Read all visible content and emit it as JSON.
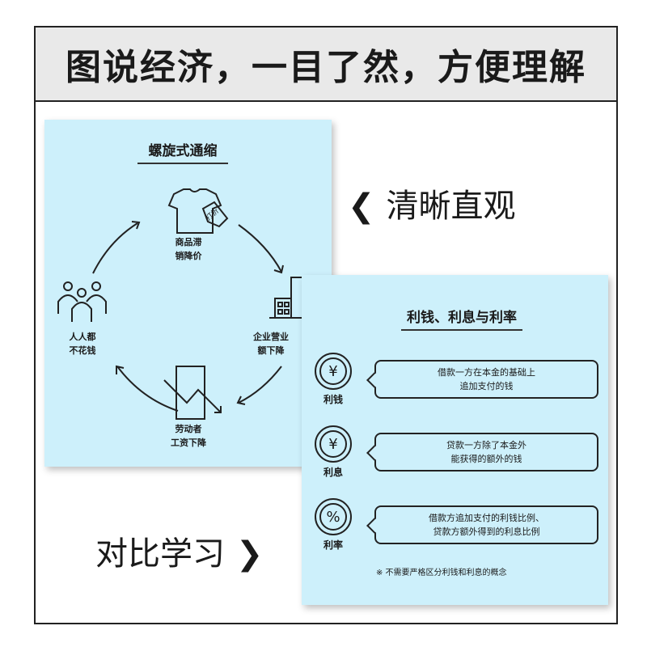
{
  "header": {
    "title": "图说经济，一目了然，方便理解"
  },
  "callouts": {
    "clear": "清晰直观",
    "compare": "对比学习"
  },
  "left_card": {
    "title": "螺旋式通缩",
    "tag": "打折",
    "nodes": [
      {
        "icon": "tshirt-icon",
        "line1": "商品滞",
        "line2": "销降价"
      },
      {
        "icon": "building-icon",
        "line1": "企业营业",
        "line2": "额下降"
      },
      {
        "icon": "envelope-decline-icon",
        "line1": "劳动者",
        "line2": "工资下降"
      },
      {
        "icon": "people-icon",
        "line1": "人人都",
        "line2": "不花钱"
      }
    ]
  },
  "right_card": {
    "title": "利钱、利息与利率",
    "rows": [
      {
        "symbol": "¥",
        "label": "利钱",
        "line1": "借款一方在本金的基础上",
        "line2": "追加支付的钱"
      },
      {
        "symbol": "¥",
        "label": "利息",
        "line1": "贷款一方除了本金外",
        "line2": "能获得的额外的钱"
      },
      {
        "symbol": "%",
        "label": "利率",
        "line1": "借款方追加支付的利钱比例、",
        "line2": "贷款方额外得到的利息比例"
      }
    ],
    "note": "※ 不需要严格区分利钱和利息的概念"
  },
  "colors": {
    "card": "#cdf0fb",
    "header": "#e9e9e9"
  }
}
